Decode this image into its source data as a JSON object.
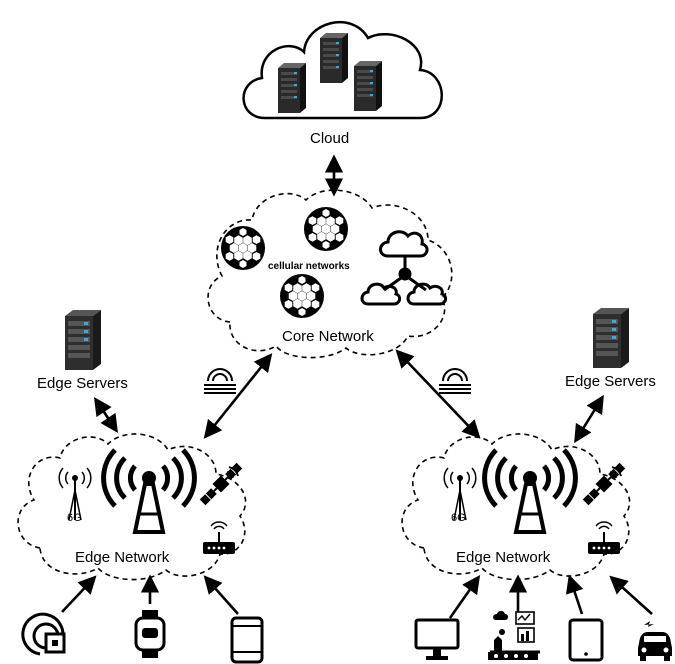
{
  "labels": {
    "cloud": "Cloud",
    "core_network": "Core Network",
    "cellular_networks": "cellular networks",
    "edge_servers_left": "Edge Servers",
    "edge_servers_right": "Edge Servers",
    "edge_network_left": "Edge Network",
    "edge_network_right": "Edge Network",
    "six_g_left": "6G",
    "six_g_right": "6G"
  },
  "icons": {
    "cloud_servers": "server-rack-icon",
    "edge_server": "server-tower-icon",
    "cellular": "hexagon-cluster-icon",
    "topology": "cloud-topology-icon",
    "antenna_6g": "6g-antenna-icon",
    "base_station": "cell-tower-icon",
    "satellite": "satellite-icon",
    "router": "router-icon",
    "wireless_link": "wireless-link-icon",
    "left_devices": [
      "sensor-icon",
      "smartwatch-icon",
      "smartphone-icon"
    ],
    "right_devices": [
      "monitor-icon",
      "smart-factory-icon",
      "tablet-icon",
      "car-icon"
    ]
  },
  "colors": {
    "stroke": "#000000",
    "background": "#ffffff",
    "server_body": "#2b2b2b",
    "server_light": "#3fa8e0"
  }
}
